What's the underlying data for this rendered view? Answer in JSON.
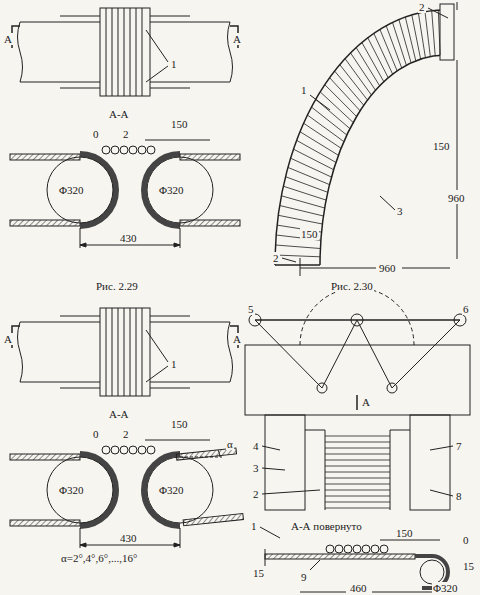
{
  "diagram": {
    "labels": [
      "A",
      "A",
      "1",
      "А-А",
      "0",
      "2",
      "150",
      "Φ320",
      "Φ320",
      "430",
      "Рис. 2.29",
      "Рис. 2.30",
      "1",
      "2",
      "150",
      "960",
      "3",
      "150",
      "2",
      "960",
      "A",
      "A",
      "1",
      "А-А",
      "0",
      "2",
      "150",
      "Φ320",
      "Φ320",
      "α",
      "430",
      "α=2°,4°,6°,...,16°",
      "5",
      "6",
      "A",
      "4",
      "3",
      "2",
      "7",
      "8",
      "1",
      "А-А повернуто",
      "150",
      "15",
      "0",
      "15",
      "Φ320",
      "9",
      "460"
    ]
  }
}
